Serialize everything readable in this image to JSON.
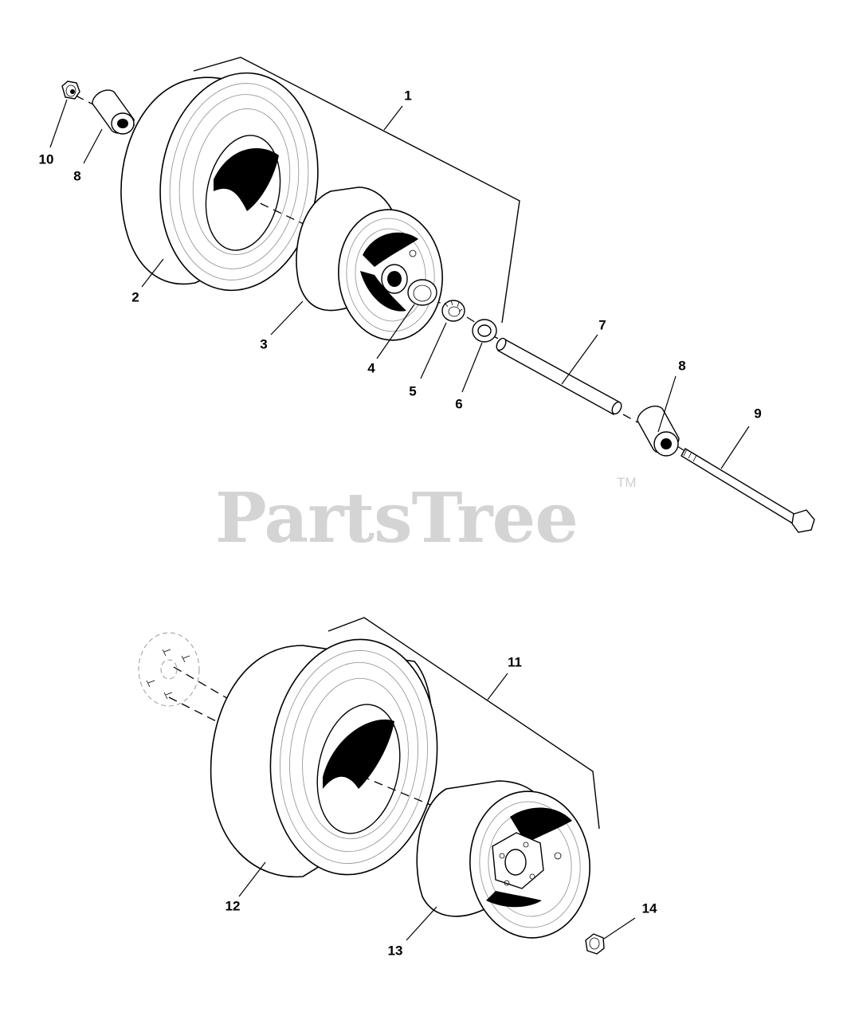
{
  "watermark": {
    "text": "PartsTree",
    "trademark": "TM"
  },
  "callouts": {
    "c1": "1",
    "c2": "2",
    "c3": "3",
    "c4": "4",
    "c5": "5",
    "c6": "6",
    "c7": "7",
    "c8a": "8",
    "c8b": "8",
    "c9": "9",
    "c10": "10",
    "c11": "11",
    "c12": "12",
    "c13": "13",
    "c14": "14"
  }
}
